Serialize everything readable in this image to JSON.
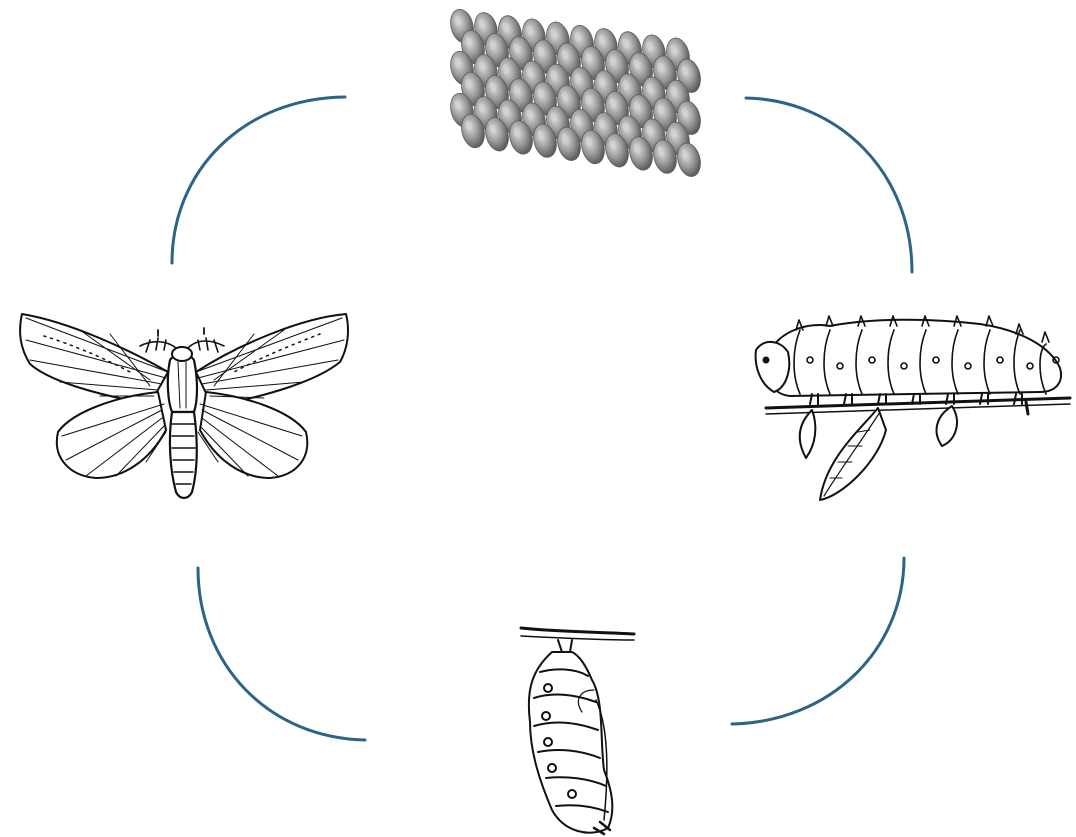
{
  "diagram": {
    "type": "cycle",
    "stages": [
      {
        "id": "eggs",
        "icon": "egg-cluster-icon"
      },
      {
        "id": "larva",
        "icon": "caterpillar-icon"
      },
      {
        "id": "pupa",
        "icon": "chrysalis-icon"
      },
      {
        "id": "adult",
        "icon": "moth-icon"
      }
    ],
    "connectors": [
      "eggs-to-larva",
      "larva-to-pupa",
      "pupa-to-adult",
      "adult-to-eggs"
    ],
    "colors": {
      "connector": "#2b6486",
      "line_art": "#111111",
      "egg_fill": "#8c8c8c",
      "egg_shadow": "#5e5e5e",
      "egg_highlight": "#d2d2d2",
      "background": "#ffffff"
    }
  }
}
